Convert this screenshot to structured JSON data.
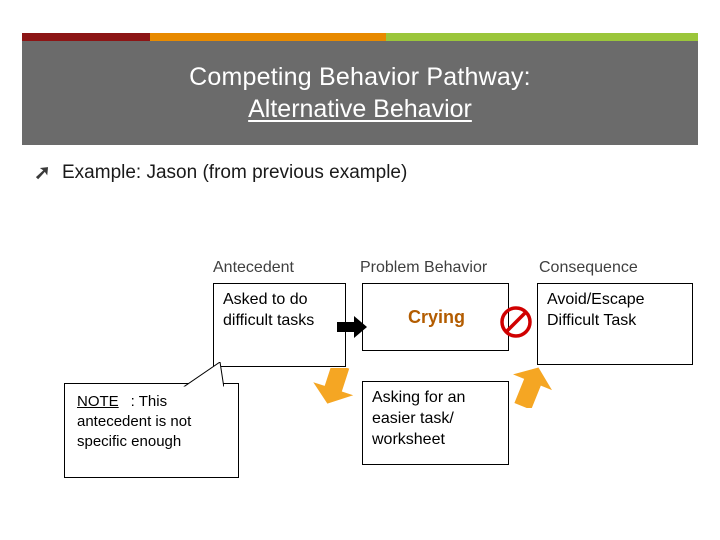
{
  "slide": {
    "title_line1": "Competing Behavior Pathway:",
    "title_line2": "Alternative Behavior",
    "bullet_icon": "arrow-bullet-icon",
    "bullet_text": "Example: Jason (from previous example)"
  },
  "colors": {
    "bar_dark_red": "#8c1515",
    "bar_orange": "#e88a00",
    "bar_green": "#9bc63b",
    "title_band": "#6b6b6b",
    "problem_text": "#b35c00",
    "arrow_orange": "#f5a623",
    "no_symbol": "#d00000"
  },
  "diagram": {
    "headers": {
      "antecedent": "Antecedent",
      "problem_behavior": "Problem Behavior",
      "consequence": "Consequence"
    },
    "boxes": {
      "antecedent": "Asked to do difficult tasks",
      "problem_behavior": "Crying",
      "consequence": "Avoid/Escape Difficult Task",
      "alternative_behavior": "Asking for an easier task/ worksheet",
      "note_label": "NOTE",
      "note_text": ": This antecedent is not specific enough"
    },
    "icons": {
      "flow_arrow": "right-arrow-icon",
      "alt_arrow_left": "orange-arrow-down-right-icon",
      "alt_arrow_right": "orange-arrow-up-right-icon",
      "blocked": "no-entry-icon"
    }
  }
}
